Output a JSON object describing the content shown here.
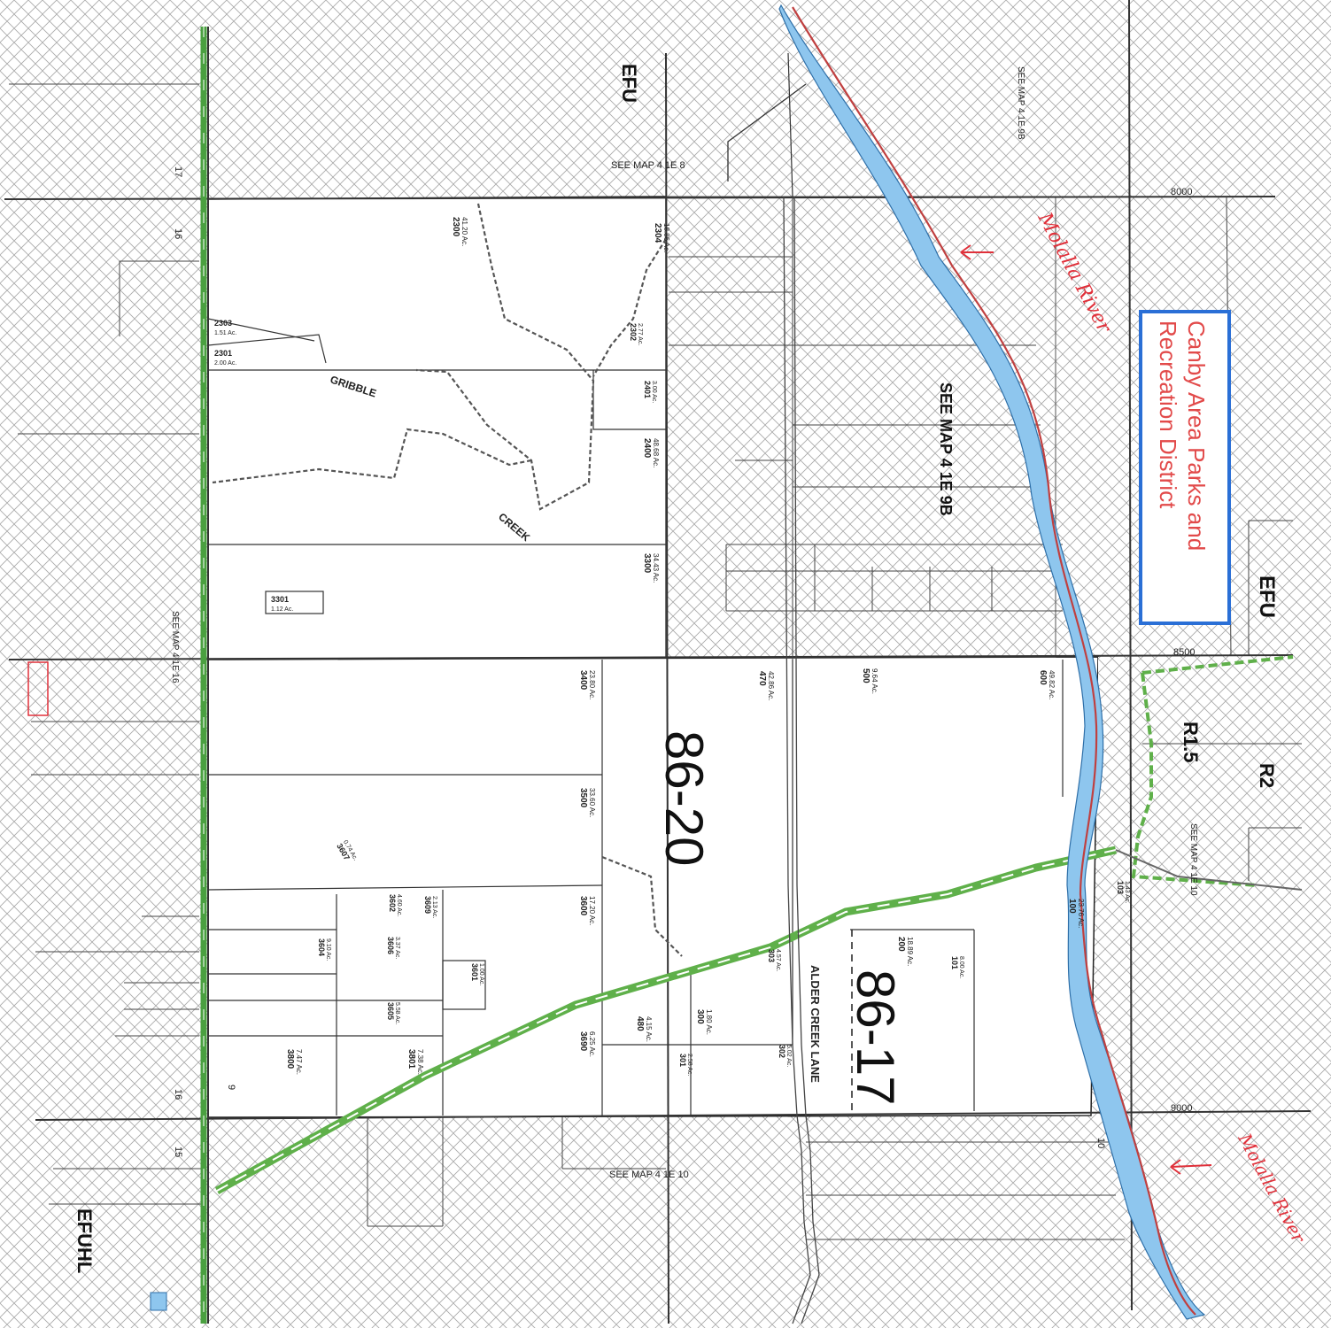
{
  "map": {
    "zones": {
      "efu_top": "EFU",
      "efu_right": "EFU",
      "efuhl": "EFUHL",
      "r15": "R1.5",
      "r2": "R2"
    },
    "file_labels": {
      "f8620": "86-20",
      "f8617": "86-17"
    },
    "see_map": {
      "top": "SEE MAP 4 1E 8",
      "center": "SEE MAP 4 1E 9B",
      "top_right": "SEE MAP 4 1E 9B",
      "left": "SEE MAP 4 1E 16",
      "bottom": "SEE MAP 4 1E 10",
      "right": "SEE MAP 4 1E 10"
    },
    "streets": {
      "gribble": "GRIBBLE",
      "creek": "CREEK",
      "alder_creek_lane": "ALDER CREEK LANE"
    },
    "callout": {
      "line1": "Canby Area Parks and",
      "line2": "Recreation District"
    },
    "handwritten": {
      "river_top": "Molalla River",
      "river_bottom": "Molalla River"
    },
    "section_numbers": [
      "17",
      "16",
      "16",
      "15",
      "9",
      "10",
      "8000",
      "8500",
      "9000"
    ],
    "parcels": [
      {
        "id": "2300",
        "area": "41.20 Ac."
      },
      {
        "id": "2304",
        "area": "18.86 Ac."
      },
      {
        "id": "2302",
        "area": "2.77 Ac."
      },
      {
        "id": "2303",
        "area": "1.51 Ac."
      },
      {
        "id": "2301",
        "area": "2.00 Ac."
      },
      {
        "id": "2401",
        "area": "3.00 Ac."
      },
      {
        "id": "2400",
        "area": "48.68 Ac."
      },
      {
        "id": "3300",
        "area": "34.43 Ac."
      },
      {
        "id": "3301",
        "area": "1.12 Ac."
      },
      {
        "id": "3400",
        "area": "23.80 Ac."
      },
      {
        "id": "470",
        "area": "42.86 Ac."
      },
      {
        "id": "500",
        "area": "9.64 Ac."
      },
      {
        "id": "600",
        "area": "49.82 Ac."
      },
      {
        "id": "3500",
        "area": "33.60 Ac."
      },
      {
        "id": "3600",
        "area": "17.20 Ac."
      },
      {
        "id": "3607",
        "area": "0.74 Ac."
      },
      {
        "id": "3602",
        "area": "4.60 Ac."
      },
      {
        "id": "3609",
        "area": "2.13 Ac."
      },
      {
        "id": "3604",
        "area": "9.10 Ac."
      },
      {
        "id": "3606",
        "area": "3.37 Ac."
      },
      {
        "id": "3605",
        "area": "5.58 Ac."
      },
      {
        "id": "3601",
        "area": "1.00 Ac."
      },
      {
        "id": "3800",
        "area": "7.47 Ac."
      },
      {
        "id": "3801",
        "area": "7.38 Ac."
      },
      {
        "id": "3690",
        "area": "6.25 Ac."
      },
      {
        "id": "480",
        "area": "4.15 Ac."
      },
      {
        "id": "300",
        "area": "1.80 Ac."
      },
      {
        "id": "301",
        "area": "2.58 Ac."
      },
      {
        "id": "302",
        "area": "5.02 Ac."
      },
      {
        "id": "303",
        "area": "4.57 Ac."
      },
      {
        "id": "200",
        "area": "18.89 Ac."
      },
      {
        "id": "101",
        "area": "8.00 Ac."
      },
      {
        "id": "100",
        "area": "23.76 Ac."
      },
      {
        "id": "103",
        "area": "1.43 Ac."
      }
    ],
    "colors": {
      "river_fill": "#8ec6ee",
      "river_line": "#c04040",
      "road_green": "#5fb04a",
      "callout_border": "#2a6fd6",
      "handwriting_red": "#e0303a",
      "hatch": "#9a9a9a"
    }
  }
}
